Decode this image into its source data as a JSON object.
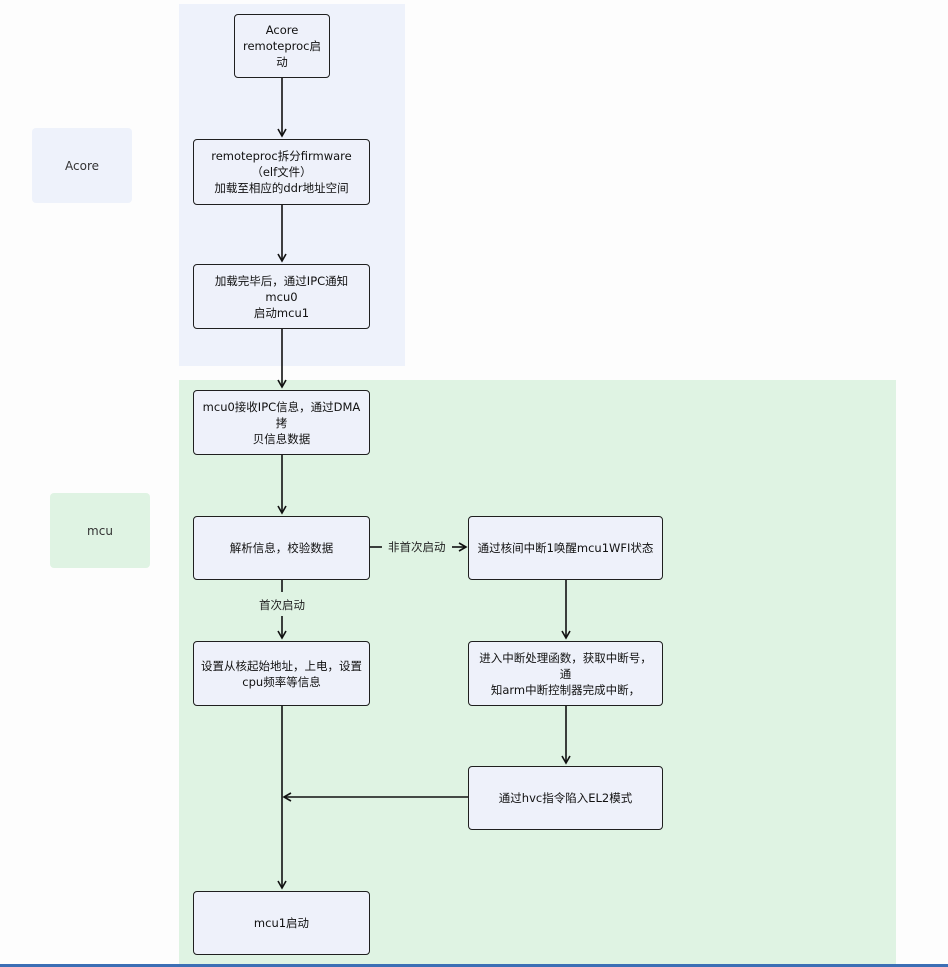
{
  "lanes": {
    "acore": "Acore",
    "mcu": "mcu"
  },
  "nodes": {
    "n1": "Acore\nremoteproc启动",
    "n2": "remoteproc拆分firmware\n（elf文件）\n加载至相应的ddr地址空间",
    "n3": "加载完毕后，通过IPC通知mcu0\n启动mcu1",
    "n4": "mcu0接收IPC信息，通过DMA拷\n贝信息数据",
    "n5": "解析信息，校验数据",
    "n6": "通过核间中断1唤醒mcu1WFI状态",
    "n7": "设置从核起始地址，上电，设置\ncpu频率等信息",
    "n8": "进入中断处理函数，获取中断号，通\n知arm中断控制器完成中断，",
    "n9": "通过hvc指令陷入EL2模式",
    "n10": "mcu1启动"
  },
  "edge_labels": {
    "not_first_boot": "非首次启动",
    "first_boot": "首次启动"
  }
}
